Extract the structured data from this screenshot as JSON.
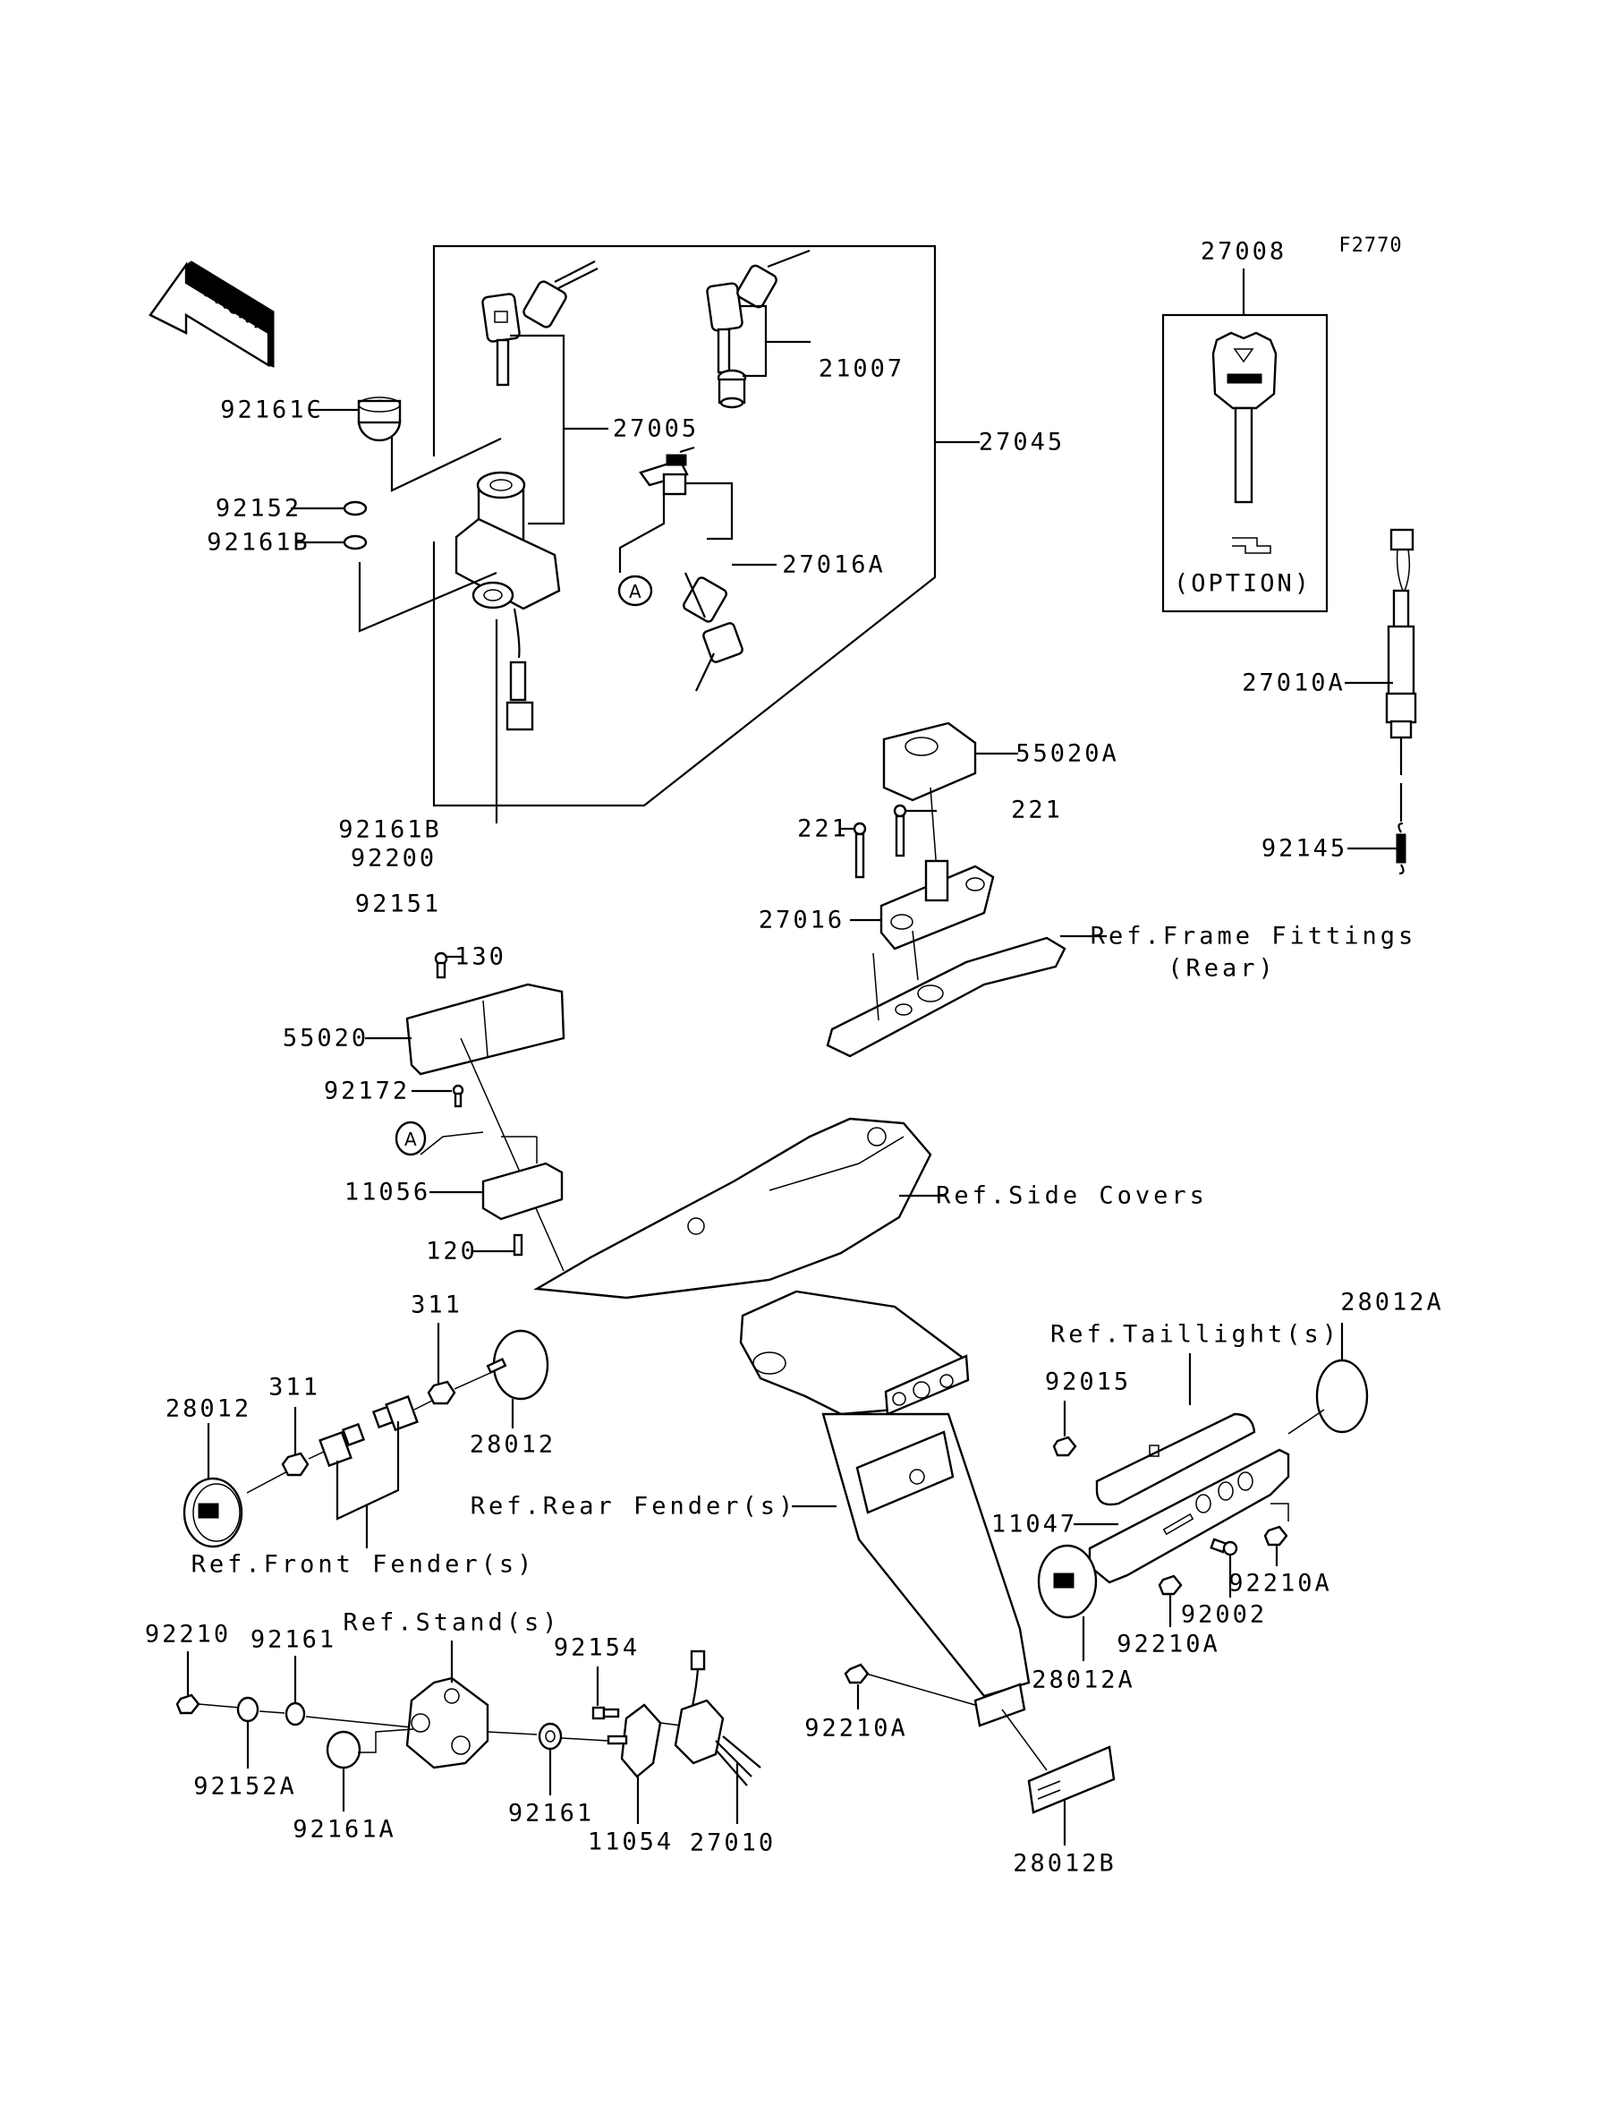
{
  "diagram": {
    "figure_code": "F2770",
    "front_arrow": "FRONT",
    "option_note": "(OPTION)",
    "callout_letter": "A",
    "labels": {
      "p27008": "27008",
      "p92161C": "92161C",
      "p27005": "27005",
      "p21007": "21007",
      "p27045": "27045",
      "p92152": "92152",
      "p92161B_upper": "92161B",
      "p27016A": "27016A",
      "p27010A": "27010A",
      "p55020A": "55020A",
      "p221_left": "221",
      "p221_right": "221",
      "p92161B_lower": "92161B",
      "p92200": "92200",
      "p92145": "92145",
      "p92151": "92151",
      "p27016": "27016",
      "ref_frame_fittings": "Ref.Frame Fittings",
      "ref_frame_fittings_sub": "(Rear)",
      "p130": "130",
      "p55020": "55020",
      "p92172": "92172",
      "p11056": "11056",
      "ref_side_covers": "Ref.Side Covers",
      "p120": "120",
      "p311_upper": "311",
      "p28012A_top": "28012A",
      "ref_taillights": "Ref.Taillight(s)",
      "p311_left": "311",
      "p92015": "92015",
      "p28012_left": "28012",
      "p28012_right": "28012",
      "ref_rear_fender": "Ref.Rear Fender(s)",
      "p11047": "11047",
      "ref_front_fender": "Ref.Front Fender(s)",
      "p92210A_right": "92210A",
      "p92002": "92002",
      "p92210A_mid": "92210A",
      "p28012A_bottom": "28012A",
      "ref_stands": "Ref.Stand(s)",
      "p92210": "92210",
      "p92161_top": "92161",
      "p92154": "92154",
      "p92210A_lower": "92210A",
      "p92152A": "92152A",
      "p92161A": "92161A",
      "p92161_bottom": "92161",
      "p11054": "11054",
      "p27010": "27010",
      "p28012B": "28012B"
    }
  }
}
